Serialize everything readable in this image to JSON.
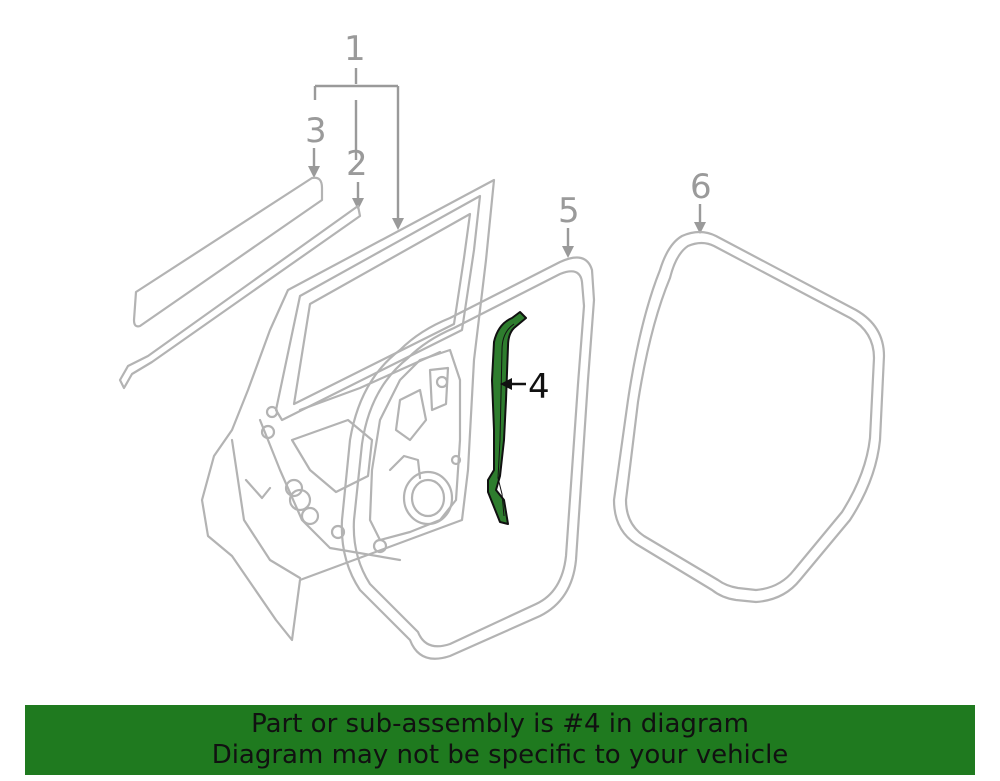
{
  "callouts": [
    "1",
    "2",
    "3",
    "4",
    "5",
    "6"
  ],
  "banner": {
    "line1": "Part or sub-assembly is #4 in diagram",
    "line2": "Diagram may not be specific to your vehicle"
  },
  "colors": {
    "highlight": "#2e7d2e",
    "banner_bg": "#1f7a1f",
    "line_gray": "#b3b3b3"
  }
}
